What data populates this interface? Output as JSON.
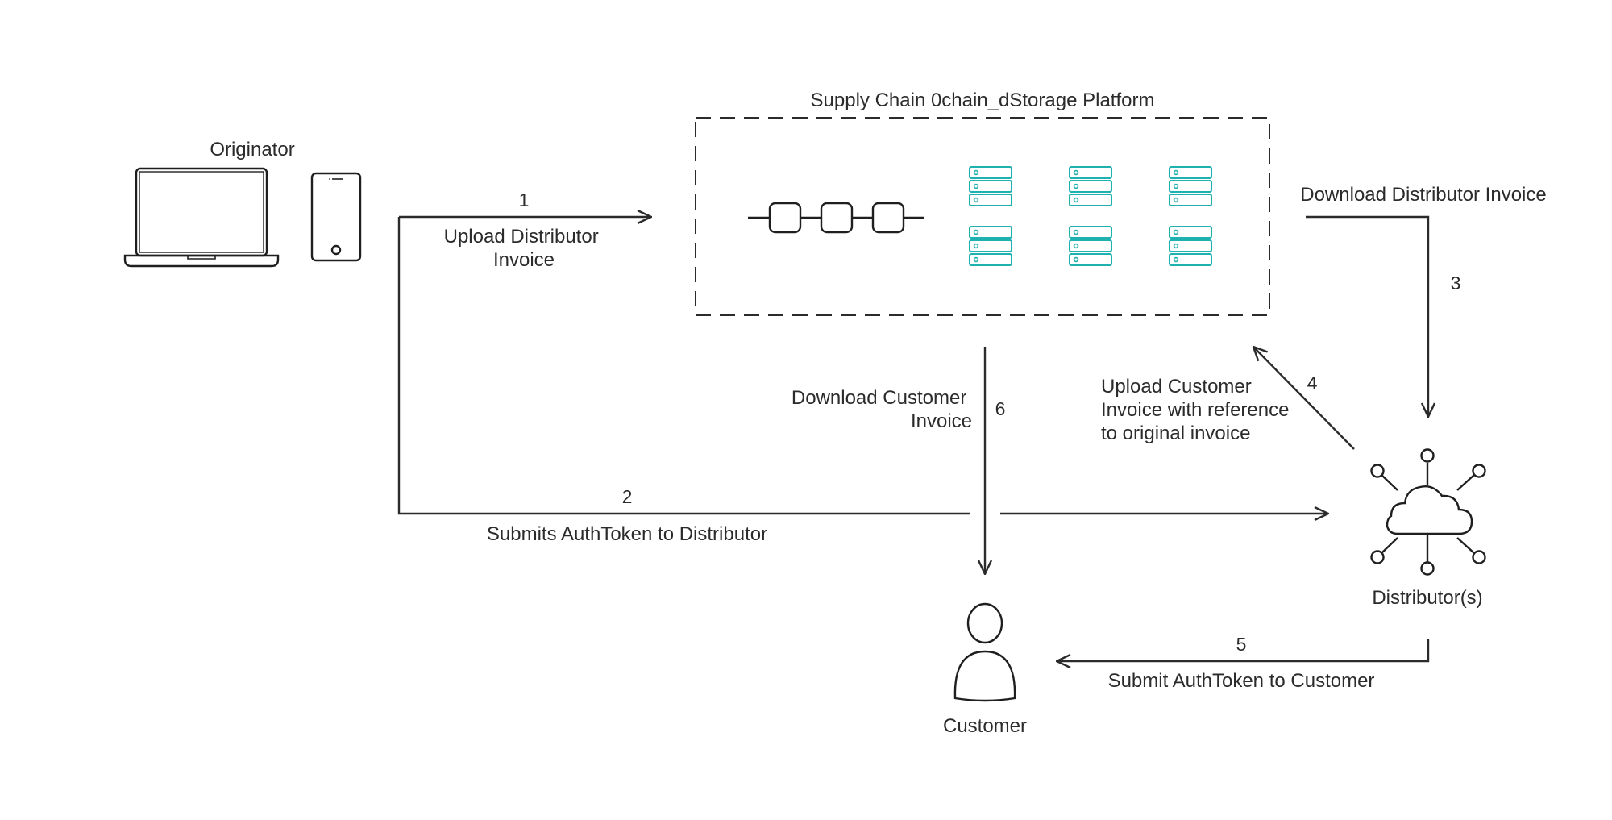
{
  "platform": {
    "title": "Supply Chain 0chain_dStorage Platform"
  },
  "nodes": {
    "originator": "Originator",
    "distributor": "Distributor(s)",
    "customer": "Customer"
  },
  "steps": [
    {
      "num": "1",
      "label_lines": [
        "Upload Distributor",
        "Invoice"
      ]
    },
    {
      "num": "2",
      "label_lines": [
        "Submits AuthToken to Distributor"
      ]
    },
    {
      "num": "3",
      "label_lines": [
        "Download Distributor Invoice"
      ]
    },
    {
      "num": "4",
      "label_lines": [
        "Upload Customer",
        "Invoice with reference",
        "to original invoice"
      ]
    },
    {
      "num": "5",
      "label_lines": [
        "Submit AuthToken to Customer"
      ]
    },
    {
      "num": "6",
      "label_lines": [
        "Download Customer",
        "Invoice"
      ]
    }
  ],
  "colors": {
    "line": "#2b2b2b",
    "server_accent": "#1fb0b0"
  },
  "icons": [
    "laptop-icon",
    "phone-icon",
    "blockchain-icon",
    "server-icon",
    "cloud-network-icon",
    "person-icon"
  ]
}
